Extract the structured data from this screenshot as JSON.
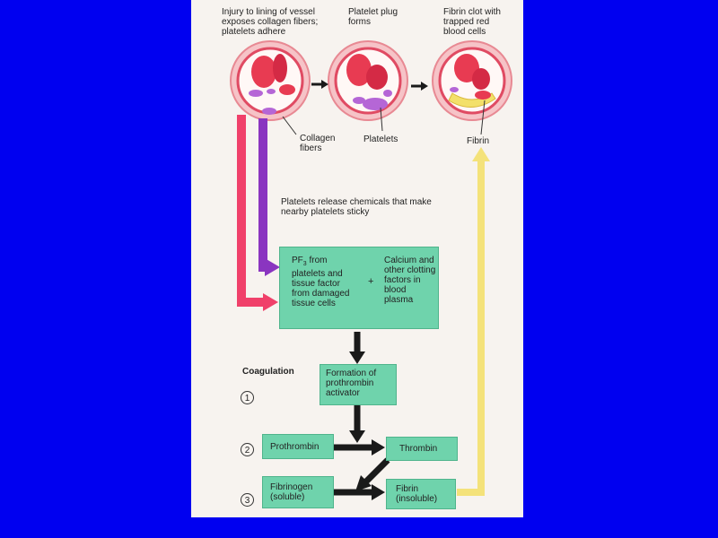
{
  "stages": {
    "injury": "Injury to lining of vessel exposes collagen fibers; platelets adhere",
    "plug": "Platelet plug forms",
    "clot": "Fibrin clot with trapped red blood cells"
  },
  "labels": {
    "collagen": "Collagen fibers",
    "platelets": "Platelets",
    "fibrin": "Fibrin",
    "release": "Platelets release chemicals that make nearby platelets sticky",
    "coagulation": "Coagulation"
  },
  "boxes": {
    "pf3_a": "PF",
    "pf3_sub": "3",
    "pf3_b": " from platelets and tissue factor from damaged tissue cells",
    "plus": "+",
    "calcium": "Calcium and other clotting factors in blood plasma",
    "activator": "Formation of prothrombin activator",
    "prothrombin": "Prothrombin",
    "thrombin": "Thrombin",
    "fibrinogen": "Fibrinogen (soluble)",
    "fibrin_insoluble": "Fibrin (insoluble)"
  },
  "steps": [
    "1",
    "2",
    "3"
  ],
  "colors": {
    "background": "#0000f0",
    "panel": "#f7f3ef",
    "box": "#6fd3ac",
    "red_arrow": "#f0406a",
    "purple_arrow": "#8a35c0",
    "yellow_arrow": "#f4e27a",
    "black_arrow": "#1a1a1a"
  }
}
